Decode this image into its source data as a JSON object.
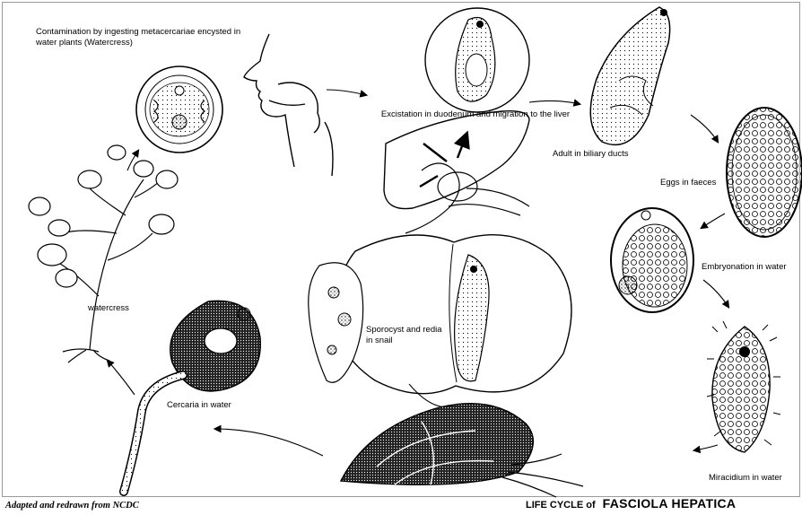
{
  "labels": {
    "contamination": "Contamination by ingesting metacercariae encysted in water plants (Watercress)",
    "excystation": "Excistation in duodenum and migration to the liver",
    "adult": "Adult in biliary ducts",
    "eggs": "Eggs in faeces",
    "embryonation": "Embryonation in water",
    "miracidium": "Miracidium in water",
    "sporocyst": "Sporocyst and redia in snail",
    "cercaria": "Cercaria in water",
    "watercress": "watercress"
  },
  "footer": {
    "credit": "Adapted and redrawn from NCDC",
    "title_prefix": "LIFE CYCLE of",
    "title_main": "FASCIOLA HEPATICA"
  }
}
